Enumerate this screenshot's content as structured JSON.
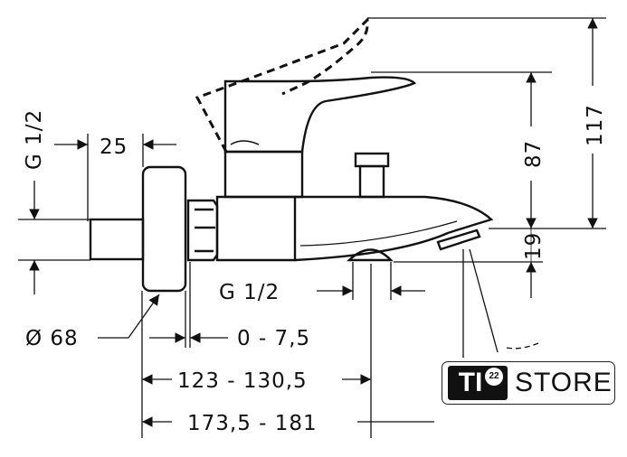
{
  "dimensions": {
    "thread_vertical": "G 1/2",
    "thread_horizontal": "G 1/2",
    "flange_width": "25",
    "rosette_diameter": "Ø 68",
    "eccentric_adjust": "0 - 7,5",
    "outlet_reach": "123 - 130,5",
    "overall_reach": "173,5 - 181",
    "lever_height": "87",
    "total_height": "117",
    "spout_drop": "19"
  },
  "badge": {
    "mark": "TI",
    "superscript": "22",
    "word": "STORE"
  }
}
